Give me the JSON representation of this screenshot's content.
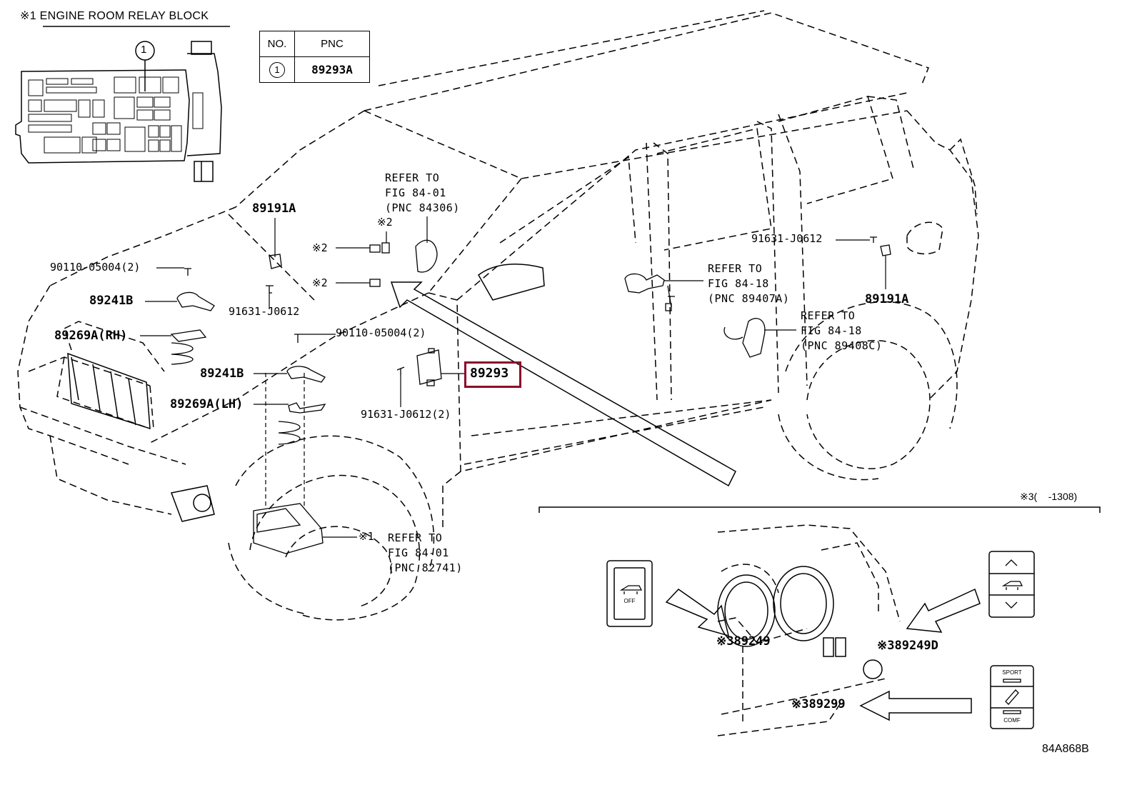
{
  "relay_block_title": "※1 ENGINE ROOM RELAY BLOCK",
  "relay_callout": "1",
  "pnc_table": {
    "headers": [
      "NO.",
      "PNC"
    ],
    "rows": [
      {
        "no": "1",
        "pnc": "89293A"
      }
    ]
  },
  "part_labels": {
    "p89191A_front": "89191A",
    "p90110_1": "90110-05004(2)",
    "p89241B_rh": "89241B",
    "p89269A_rh": "89269A(RH)",
    "p91631_a": "91631-J0612",
    "p90110_2": "90110-05004(2)",
    "p89241B_lh": "89241B",
    "p89269A_lh": "89269A(LH)",
    "p91631_b": "91631-J0612(2)",
    "p89293": "89293",
    "p91631_c": "91631-J0612",
    "p89191A_rear": "89191A",
    "mark_2a": "※2",
    "mark_2b": "※2",
    "mark_2c": "※2",
    "mark_1": "※1"
  },
  "refer_notes": {
    "fig_84306": "REFER TO\nFIG 84-01\n(PNC 84306)",
    "fig_89407A": "REFER TO\nFIG 84-18\n(PNC 89407A)",
    "fig_89408C": "REFER TO\nFIG 84-18\n(PNC 89408C)",
    "fig_82741": "REFER TO\nFIG 84-01\n(PNC 82741)"
  },
  "inset": {
    "header": "※3(    -1308)",
    "switch_off_label": "OFF",
    "switch_sport_label": "SPORT",
    "switch_comf_label": "COMF",
    "p89249": "※389249",
    "p89249D": "※389249D",
    "p89299": "※389299"
  },
  "diagram_code": "84A868B",
  "highlight_color": "#8b0a2a",
  "icons": [
    "up-arrow-icon",
    "down-arrow-icon",
    "vehicle-height-icon",
    "pencil-icon"
  ]
}
